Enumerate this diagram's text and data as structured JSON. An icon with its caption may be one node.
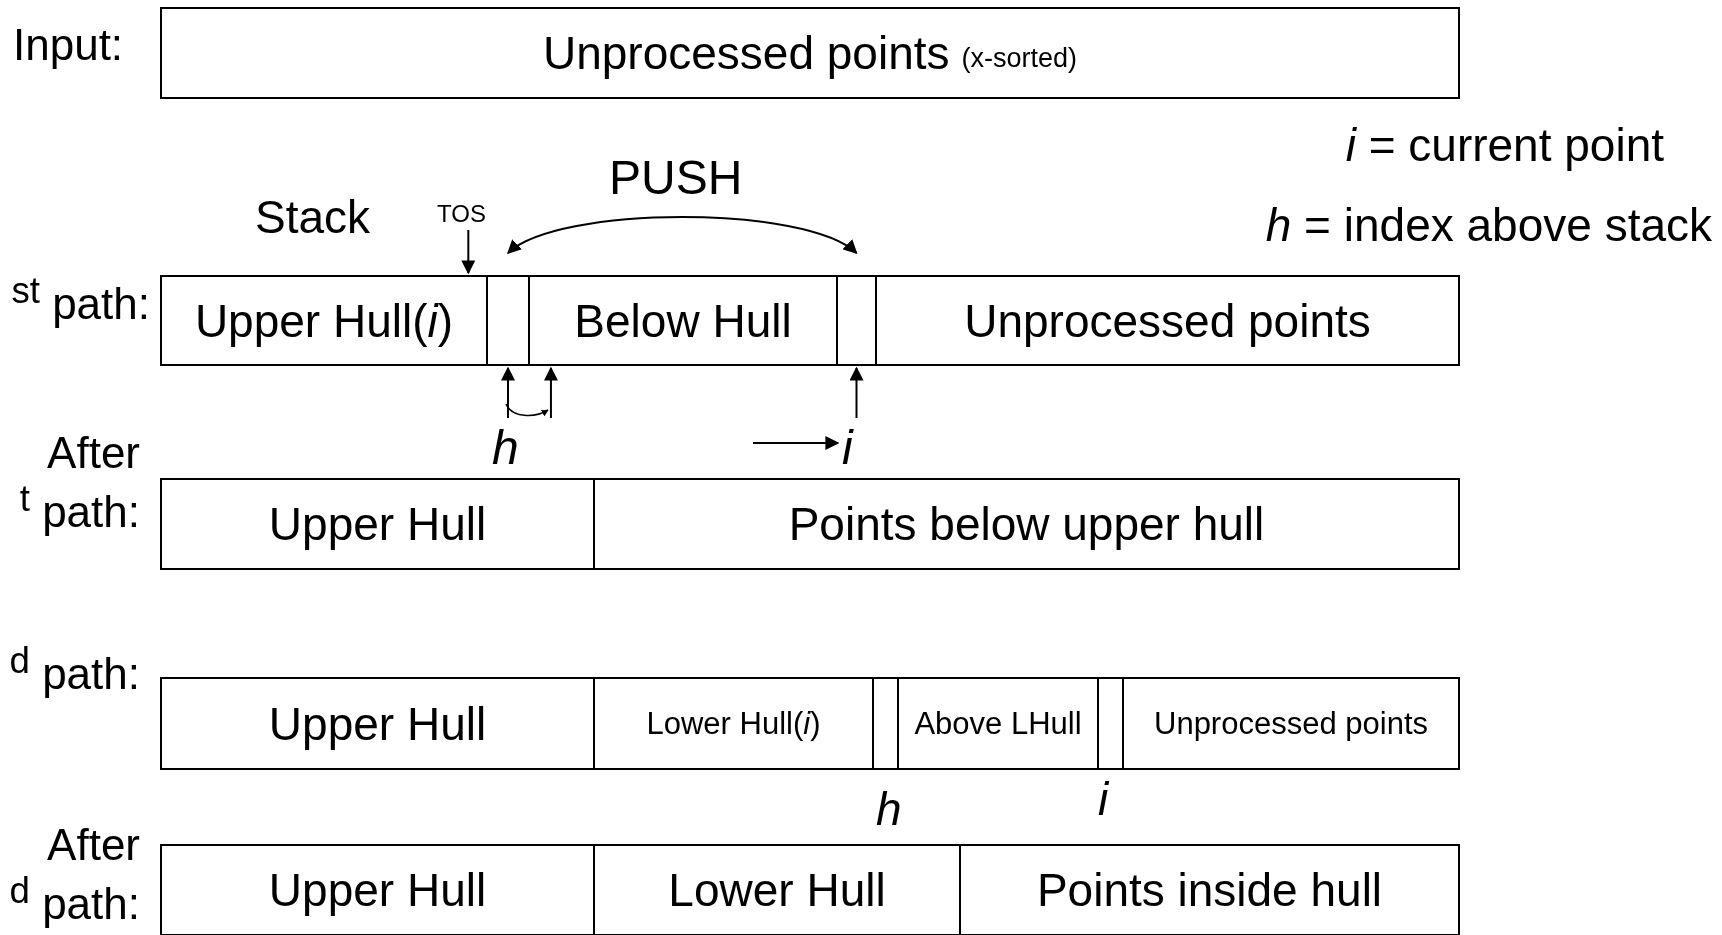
{
  "diagram": {
    "nodes": [
      {
        "text": [
          "Unprocessed points",
          "(x-sorted)"
        ]
      },
      {
        "text": [
          "TOS"
        ]
      },
      {
        "text": [
          "Upper Hull(*i*)"
        ]
      },
      {
        "text": [],
        "shape": "box"
      },
      {
        "text": [
          "Below Hull"
        ]
      },
      {
        "text": [],
        "shape": "box"
      },
      {
        "text": [
          "Unprocessed points"
        ]
      },
      {
        "text": [
          "*h*"
        ]
      },
      {
        "text": [
          "*i*"
        ]
      },
      {
        "text": [
          "Upper Hull"
        ]
      },
      {
        "text": [
          "Points below upper hull"
        ]
      },
      {
        "text": [
          "Upper Hull"
        ]
      },
      {
        "text": [
          "Lower Hull(*i*)"
        ]
      },
      {
        "text": [],
        "shape": "box"
      },
      {
        "text": [
          "Above LHull"
        ]
      },
      {
        "text": [],
        "shape": "box"
      },
      {
        "text": [
          "Unprocessed points"
        ]
      },
      {
        "text": [
          "Upper Hull"
        ]
      },
      {
        "text": [
          "Lower Hull"
        ]
      },
      {
        "text": [
          "Points inside hull"
        ]
      }
    ],
    "edges": [
      {
        "from": 1,
        "to": 2,
        "arrow": "to"
      },
      {
        "from": 3,
        "to": 5,
        "arrow": "both",
        "label": "PUSH"
      },
      {
        "from": 7,
        "to": 3,
        "arrow": "to"
      },
      {
        "from": 7,
        "to": 4,
        "arrow": "to"
      },
      {
        "from": 8,
        "to": 5,
        "arrow": "to"
      }
    ],
    "labels": [
      "Input:",
      "*i* = current point",
      "Stack",
      "*h* = index above stack",
      "$^{st}$ path:",
      "After $^{t}$ path:",
      "$^{d}$ path:",
      "*h*",
      "*i*",
      "After $^{d}$ path:"
    ]
  }
}
